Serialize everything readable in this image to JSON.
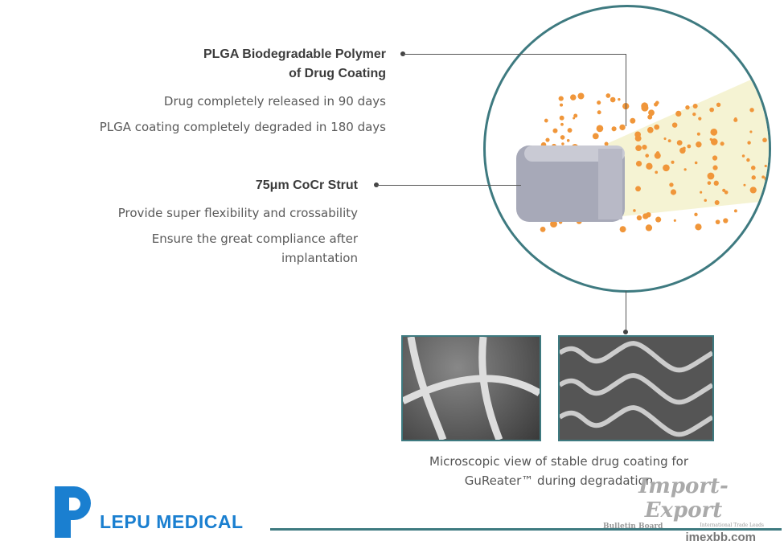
{
  "polymer": {
    "title_line1": "PLGA Biodegradable Polymer",
    "title_line2": "of Drug Coating",
    "point1": "Drug completely released in 90 days",
    "point2": "PLGA coating completely degraded in 180 days"
  },
  "strut": {
    "title": "75μm CoCr Strut",
    "point1": "Provide super flexibility and crossability",
    "point2_line1": "Ensure the great compliance after",
    "point2_line2": "implantation"
  },
  "caption": {
    "line1": "Microscopic view of stable drug coating for",
    "line2": "GuReater™ during degradation"
  },
  "brand": {
    "name": "LEPU MEDICAL",
    "color": "#1a7fd0"
  },
  "watermark": {
    "title": "Import-Export",
    "sub1": "Bulletin Board",
    "sub2": "International Trade Leads",
    "site": "imexbb.com"
  },
  "colors": {
    "accent": "#3e7a80",
    "particles": "#f0963a"
  }
}
